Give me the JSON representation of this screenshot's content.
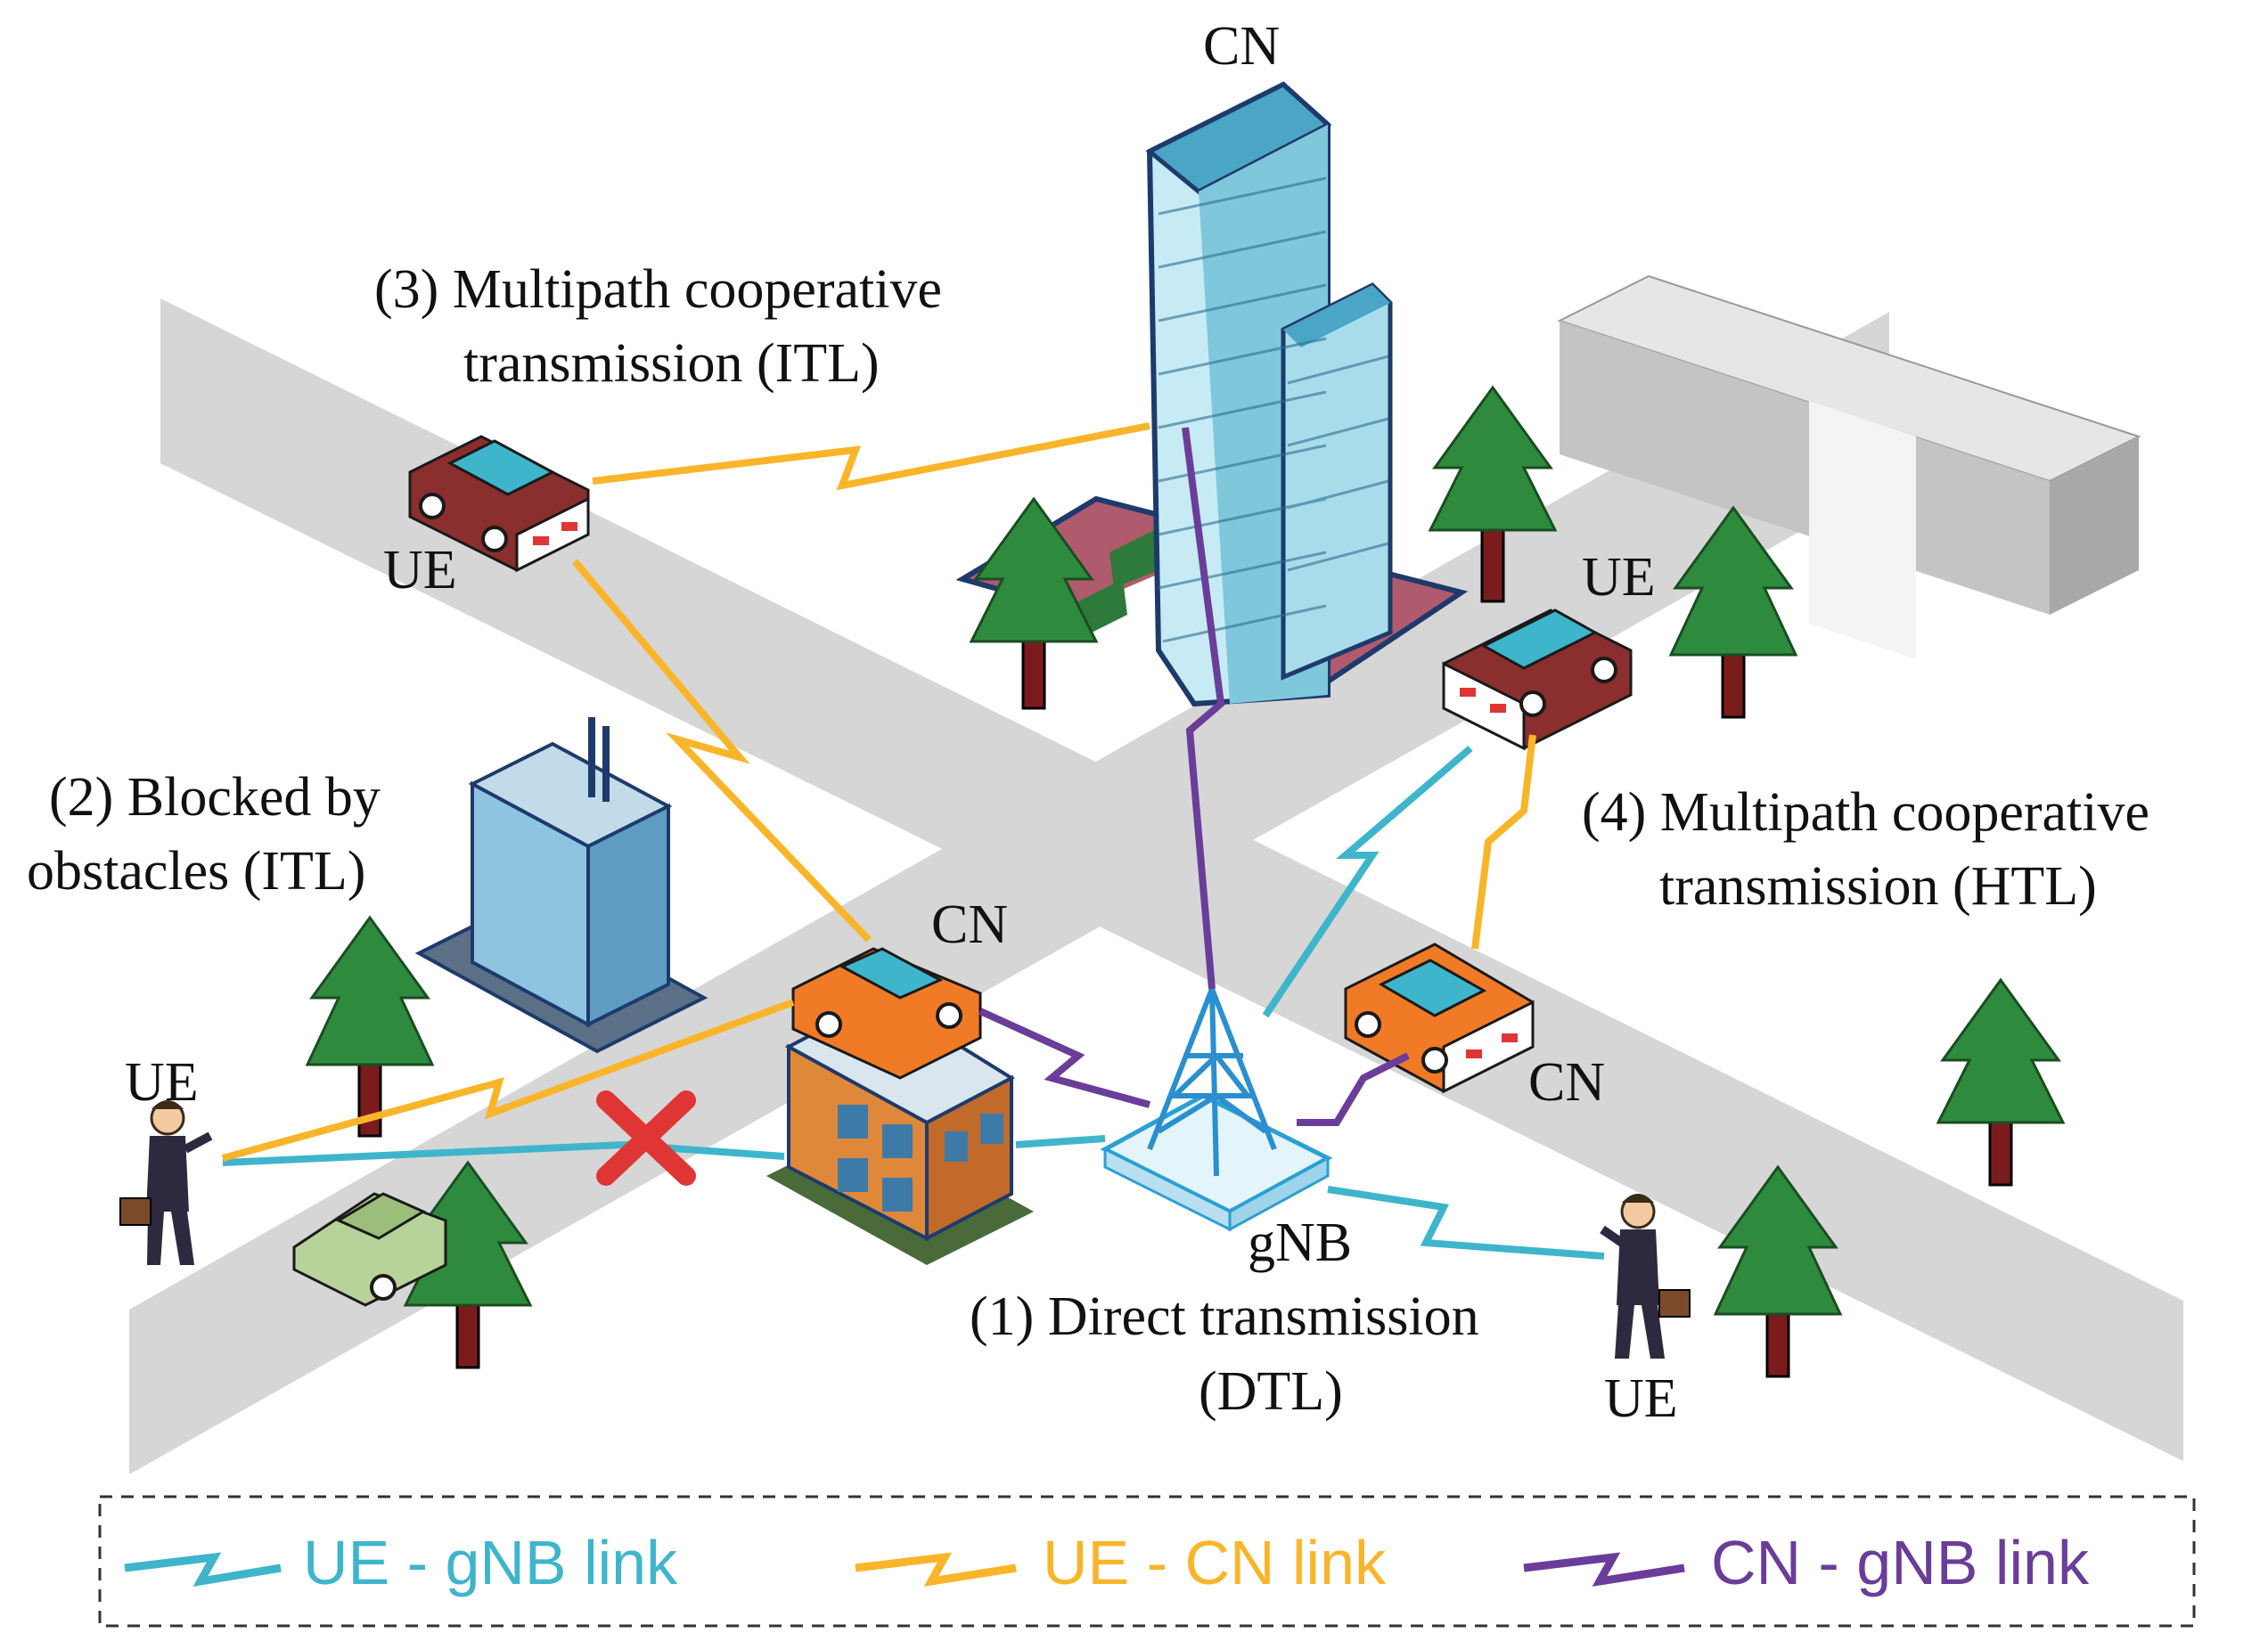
{
  "labels": {
    "cn_top": "CN",
    "ue_top_left": "UE",
    "ue_right_car": "UE",
    "ue_pedestrian_left": "UE",
    "ue_pedestrian_right": "UE",
    "cn_center_car": "CN",
    "cn_right_car": "CN",
    "gnb": "gNB"
  },
  "annotations": {
    "scenario3_line1": "(3) Multipath cooperative",
    "scenario3_line2": "transmission (ITL)",
    "scenario2_line1": "(2) Blocked by",
    "scenario2_line2": "obstacles (ITL)",
    "scenario4_line1": "(4) Multipath cooperative",
    "scenario4_line2": "transmission (HTL)",
    "scenario1_line1": "(1) Direct  transmission",
    "scenario1_line2": "(DTL)"
  },
  "legend": [
    {
      "label": "UE - gNB link",
      "color": "#3fb5cc"
    },
    {
      "label": "UE - CN link",
      "color": "#f9b52a"
    },
    {
      "label": "CN - gNB link",
      "color": "#6a3d9a"
    }
  ],
  "colors": {
    "road": "#d6d6d6",
    "tree": "#2e8b3d",
    "trunk": "#7a1c1c",
    "blocked_mark": "#e03535"
  }
}
